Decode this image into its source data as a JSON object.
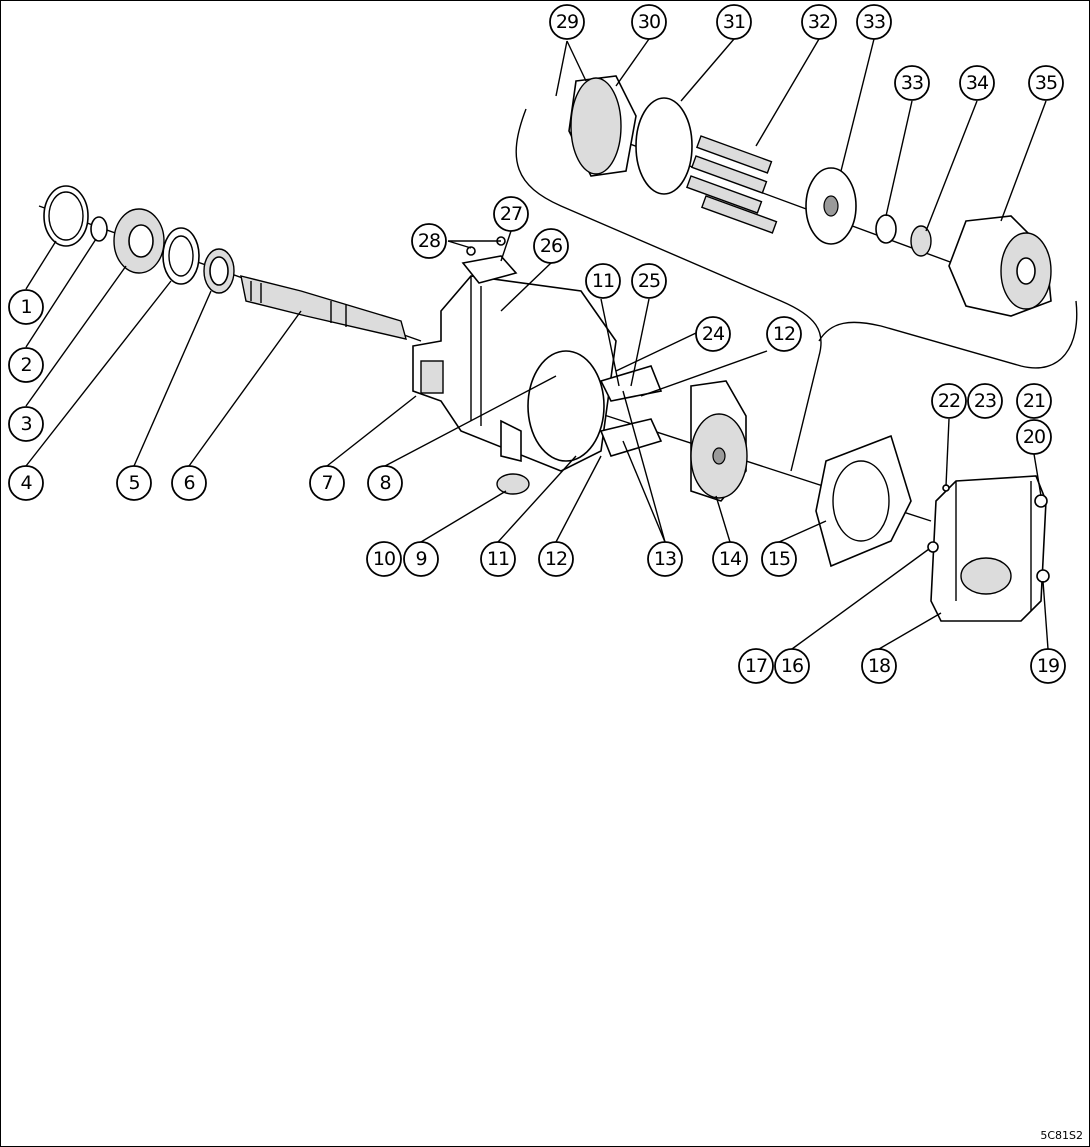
{
  "figure_code": "5C81S2",
  "callouts": [
    {
      "id": "c1",
      "label": "1"
    },
    {
      "id": "c2",
      "label": "2"
    },
    {
      "id": "c3",
      "label": "3"
    },
    {
      "id": "c4",
      "label": "4"
    },
    {
      "id": "c5",
      "label": "5"
    },
    {
      "id": "c6",
      "label": "6"
    },
    {
      "id": "c7",
      "label": "7"
    },
    {
      "id": "c8",
      "label": "8"
    },
    {
      "id": "c9",
      "label": "9"
    },
    {
      "id": "c10",
      "label": "10"
    },
    {
      "id": "c11a",
      "label": "11"
    },
    {
      "id": "c11b",
      "label": "11"
    },
    {
      "id": "c12a",
      "label": "12"
    },
    {
      "id": "c12b",
      "label": "12"
    },
    {
      "id": "c13",
      "label": "13"
    },
    {
      "id": "c14",
      "label": "14"
    },
    {
      "id": "c15",
      "label": "15"
    },
    {
      "id": "c16",
      "label": "16"
    },
    {
      "id": "c17",
      "label": "17"
    },
    {
      "id": "c18",
      "label": "18"
    },
    {
      "id": "c19",
      "label": "19"
    },
    {
      "id": "c20",
      "label": "20"
    },
    {
      "id": "c21",
      "label": "21"
    },
    {
      "id": "c22",
      "label": "22"
    },
    {
      "id": "c23",
      "label": "23"
    },
    {
      "id": "c24",
      "label": "24"
    },
    {
      "id": "c25",
      "label": "25"
    },
    {
      "id": "c26",
      "label": "26"
    },
    {
      "id": "c27",
      "label": "27"
    },
    {
      "id": "c28",
      "label": "28"
    },
    {
      "id": "c29",
      "label": "29"
    },
    {
      "id": "c30",
      "label": "30"
    },
    {
      "id": "c31",
      "label": "31"
    },
    {
      "id": "c32",
      "label": "32"
    },
    {
      "id": "c33a",
      "label": "33"
    },
    {
      "id": "c33b",
      "label": "33"
    },
    {
      "id": "c34",
      "label": "34"
    },
    {
      "id": "c35",
      "label": "35"
    }
  ]
}
